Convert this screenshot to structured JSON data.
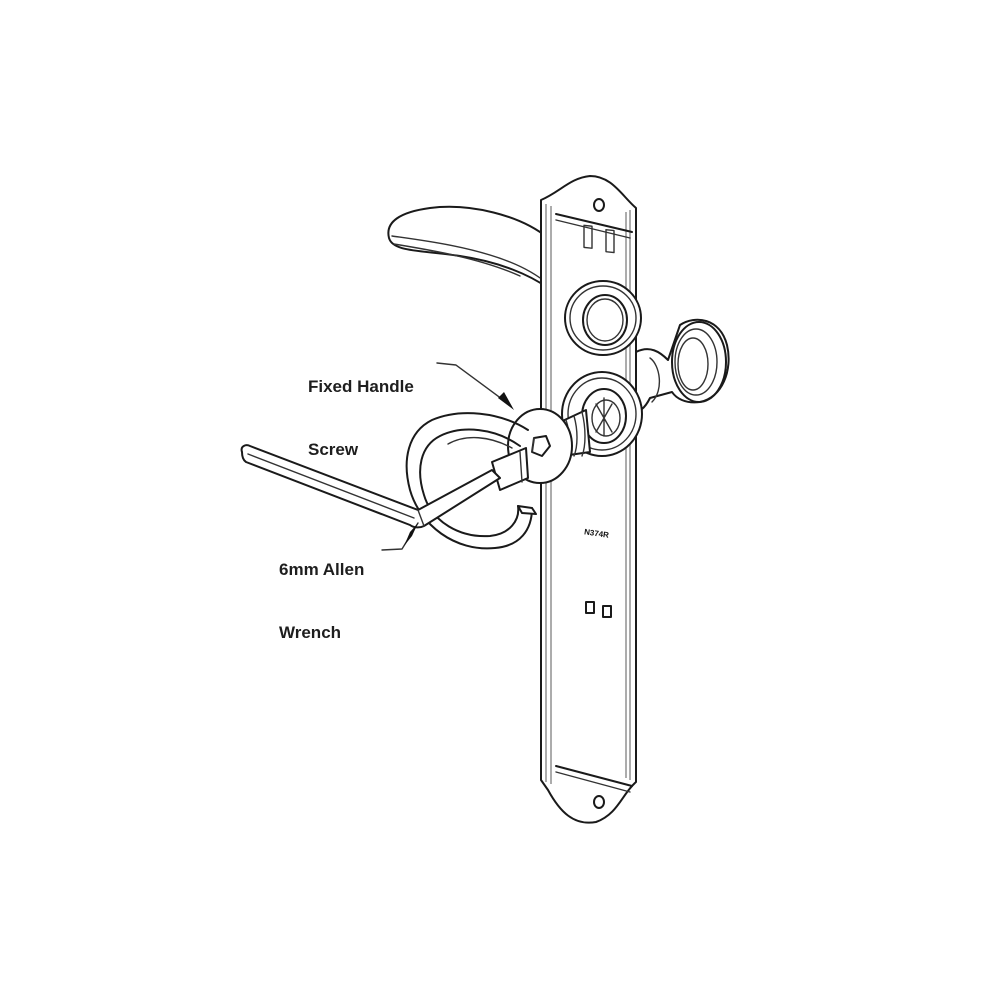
{
  "diagram": {
    "subject": "Lever handle set on backplate with allen wrench",
    "stroke_color": "#1a1a1a",
    "background": "#ffffff"
  },
  "labels": {
    "fixed_handle_screw": {
      "line1": "Fixed Handle",
      "line2": "Screw"
    },
    "allen_wrench": {
      "line1": "6mm Allen",
      "line2": "Wrench"
    }
  },
  "plate": {
    "model_stamp": "N374R"
  }
}
